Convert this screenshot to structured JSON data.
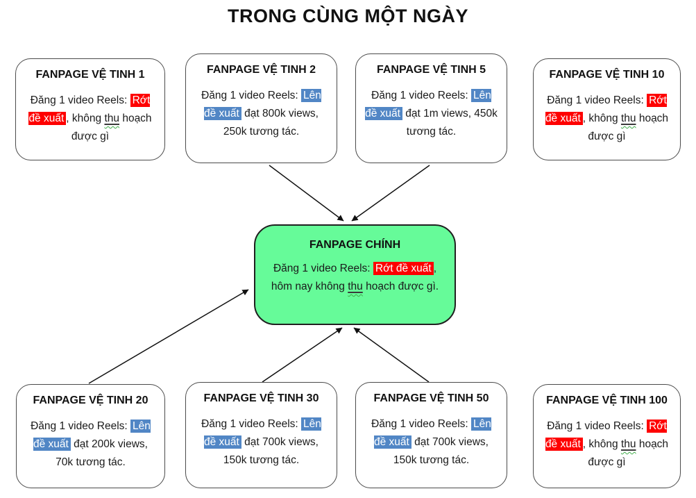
{
  "title": "TRONG CÙNG MỘT NGÀY",
  "colors": {
    "highlight_red": "#FE0000",
    "highlight_blue": "#5186C5",
    "main_node_green": "#66FB99",
    "wavy_underline_green": "#3FAE49",
    "node_border": "#4A4A4A"
  },
  "main_node": {
    "title": "FANPAGE CHÍNH",
    "body": {
      "pre": "Đăng 1 video Reels: ",
      "highlight": "Rớt đề xuất",
      "highlight_color": "red",
      "mid": ", hôm nay không ",
      "underlined": "thu",
      "post": " hoạch được gì."
    }
  },
  "satellites": [
    {
      "title": "FANPAGE VỆ TINH 1",
      "body": {
        "pre": "Đăng 1 video Reels: ",
        "highlight": "Rớt đề xuất",
        "highlight_color": "red",
        "mid": ", không ",
        "underlined": "thu",
        "post": " hoạch được gì"
      }
    },
    {
      "title": "FANPAGE VỆ TINH 2",
      "body": {
        "pre": "Đăng 1 video Reels: ",
        "highlight": "Lên đề xuất",
        "highlight_color": "blue",
        "mid": " đạt 800k views, 250k tương tác."
      }
    },
    {
      "title": "FANPAGE VỆ TINH 5",
      "body": {
        "pre": "Đăng 1 video Reels: ",
        "highlight": "Lên đề xuất",
        "highlight_color": "blue",
        "mid": " đạt 1m views, 450k tương tác."
      }
    },
    {
      "title": "FANPAGE VỆ TINH 10",
      "body": {
        "pre": "Đăng 1 video Reels: ",
        "highlight": "Rớt đề xuất",
        "highlight_color": "red",
        "mid": ", không ",
        "underlined": "thu",
        "post": " hoạch được gì"
      }
    },
    {
      "title": "FANPAGE VỆ TINH 20",
      "body": {
        "pre": "Đăng 1 video Reels: ",
        "highlight": "Lên đề xuất",
        "highlight_color": "blue",
        "mid": " đạt 200k views, 70k tương tác."
      }
    },
    {
      "title": "FANPAGE VỆ TINH 30",
      "body": {
        "pre": "Đăng 1 video Reels: ",
        "highlight": "Lên đề xuất",
        "highlight_color": "blue",
        "mid": " đạt 700k views, 150k tương tác."
      }
    },
    {
      "title": "FANPAGE VỆ TINH 50",
      "body": {
        "pre": "Đăng 1 video Reels: ",
        "highlight": "Lên đề xuất",
        "highlight_color": "blue",
        "mid": " đạt 700k views, 150k tương tác."
      }
    },
    {
      "title": "FANPAGE VỆ TINH 100",
      "body": {
        "pre": "Đăng 1 video Reels: ",
        "highlight": "Rớt đề xuất",
        "highlight_color": "red",
        "mid": ", không ",
        "underlined": "thu",
        "post": " hoạch được gì"
      }
    }
  ],
  "edges": [
    {
      "from": "FANPAGE VỆ TINH 2",
      "to": "FANPAGE CHÍNH"
    },
    {
      "from": "FANPAGE VỆ TINH 5",
      "to": "FANPAGE CHÍNH"
    },
    {
      "from": "FANPAGE VỆ TINH 20",
      "to": "FANPAGE CHÍNH"
    },
    {
      "from": "FANPAGE VỆ TINH 30",
      "to": "FANPAGE CHÍNH"
    },
    {
      "from": "FANPAGE VỆ TINH 50",
      "to": "FANPAGE CHÍNH"
    }
  ]
}
